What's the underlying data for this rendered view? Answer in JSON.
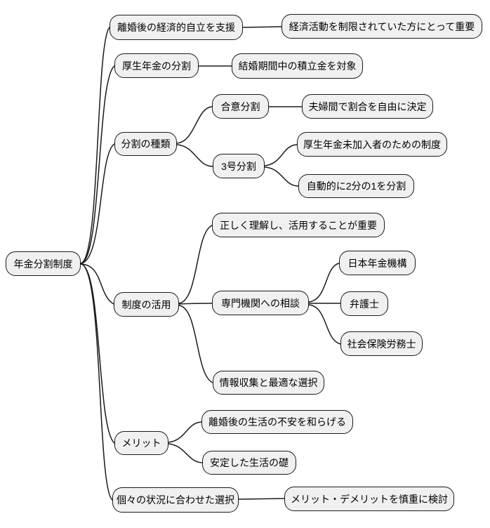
{
  "diagram": {
    "type": "mindmap",
    "colors": {
      "background": "#ffffff",
      "node_fill": "#f0f0f0",
      "node_border": "#1a1a1a",
      "edge": "#1a1a1a",
      "text": "#000000"
    },
    "root": {
      "label": "年金分割制度",
      "children": [
        {
          "label": "離婚後の経済的自立を支援",
          "children": [
            {
              "label": "経済活動を制限されていた方にとって重要"
            }
          ]
        },
        {
          "label": "厚生年金の分割",
          "children": [
            {
              "label": "結婚期間中の積立金を対象"
            }
          ]
        },
        {
          "label": "分割の種類",
          "children": [
            {
              "label": "合意分割",
              "children": [
                {
                  "label": "夫婦間で割合を自由に決定"
                }
              ]
            },
            {
              "label": "3号分割",
              "children": [
                {
                  "label": "厚生年金未加入者のための制度"
                },
                {
                  "label": "自動的に2分の1を分割"
                }
              ]
            }
          ]
        },
        {
          "label": "制度の活用",
          "children": [
            {
              "label": "正しく理解し、活用することが重要"
            },
            {
              "label": "専門機関への相談",
              "children": [
                {
                  "label": "日本年金機構"
                },
                {
                  "label": "弁護士"
                },
                {
                  "label": "社会保険労務士"
                }
              ]
            },
            {
              "label": "情報収集と最適な選択"
            }
          ]
        },
        {
          "label": "メリット",
          "children": [
            {
              "label": "離婚後の生活の不安を和らげる"
            },
            {
              "label": "安定した生活の礎"
            }
          ]
        },
        {
          "label": "個々の状況に合わせた選択",
          "children": [
            {
              "label": "メリット・デメリットを慎重に検討"
            }
          ]
        }
      ]
    }
  }
}
